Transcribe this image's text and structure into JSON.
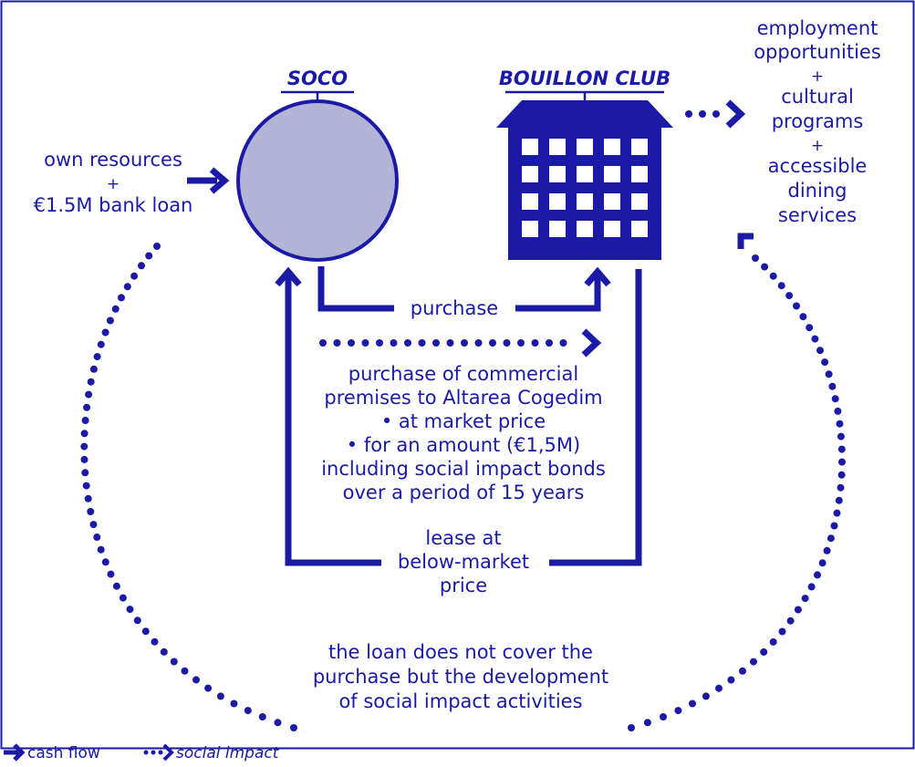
{
  "colors": {
    "ink": "#1a1aa6",
    "circle_fill": "#b3b4d6",
    "frame": "#1a1aa6"
  },
  "icons": {
    "soco": "circle",
    "bouillon_club": "building-icon"
  },
  "soco": {
    "title": "SOCO"
  },
  "bouillon": {
    "title": "BOUILLON CLUB"
  },
  "inputs": {
    "line1": "own resources",
    "plus": "+",
    "line2": "€1.5M bank loan"
  },
  "outputs": {
    "l1": "employment",
    "l2": "opportunities",
    "plus1": "+",
    "l3": "cultural",
    "l4": "programs",
    "plus2": "+",
    "l5": "accessible",
    "l6": "dining",
    "l7": "services"
  },
  "purchase": {
    "label": "purchase"
  },
  "details": {
    "l1": "purchase of commercial",
    "l2": "premises to Altarea Cogedim",
    "l3": "• at market price",
    "l4": "• for an amount (€1,5M)",
    "l5": "including social impact bonds",
    "l6": "over a period of 15 years"
  },
  "lease": {
    "l1": "lease at",
    "l2": "below-market",
    "l3": "price"
  },
  "loan_note": {
    "l1": "the loan does not cover the",
    "l2": "purchase but the development",
    "l3": "of social impact activities"
  },
  "legend": {
    "cash_flow": "cash flow",
    "social_impact": "social impact"
  }
}
